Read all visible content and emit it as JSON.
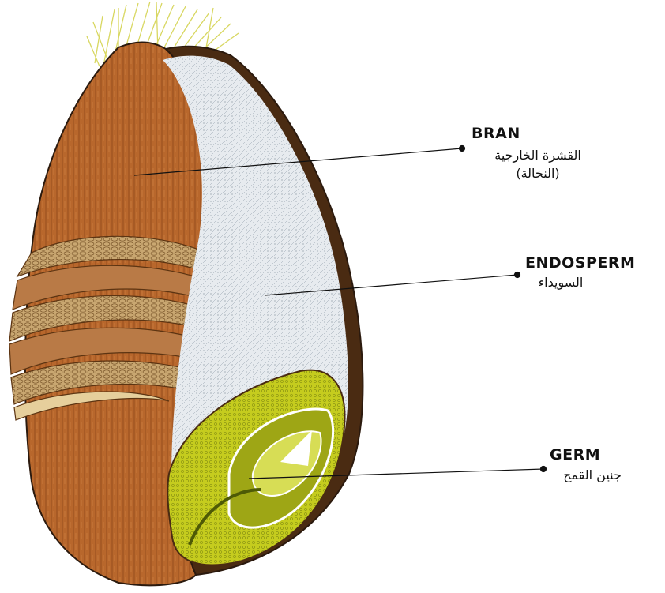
{
  "labels": {
    "bran": {
      "en": "BRAN",
      "ar_line1": "القشرة الخارجية",
      "ar_line2": "(النخالة)"
    },
    "endosperm": {
      "en": "ENDOSPERM",
      "ar": "السويداء"
    },
    "germ": {
      "en": "GERM",
      "ar": "جنين القمح"
    }
  },
  "colors": {
    "bran": "#b8672c",
    "bran_dark": "#7a3a12",
    "endosperm": "#e7ebef",
    "germ": "#c5cc1e",
    "hairs": "#e4e27a",
    "outline": "#2b1a0e"
  }
}
